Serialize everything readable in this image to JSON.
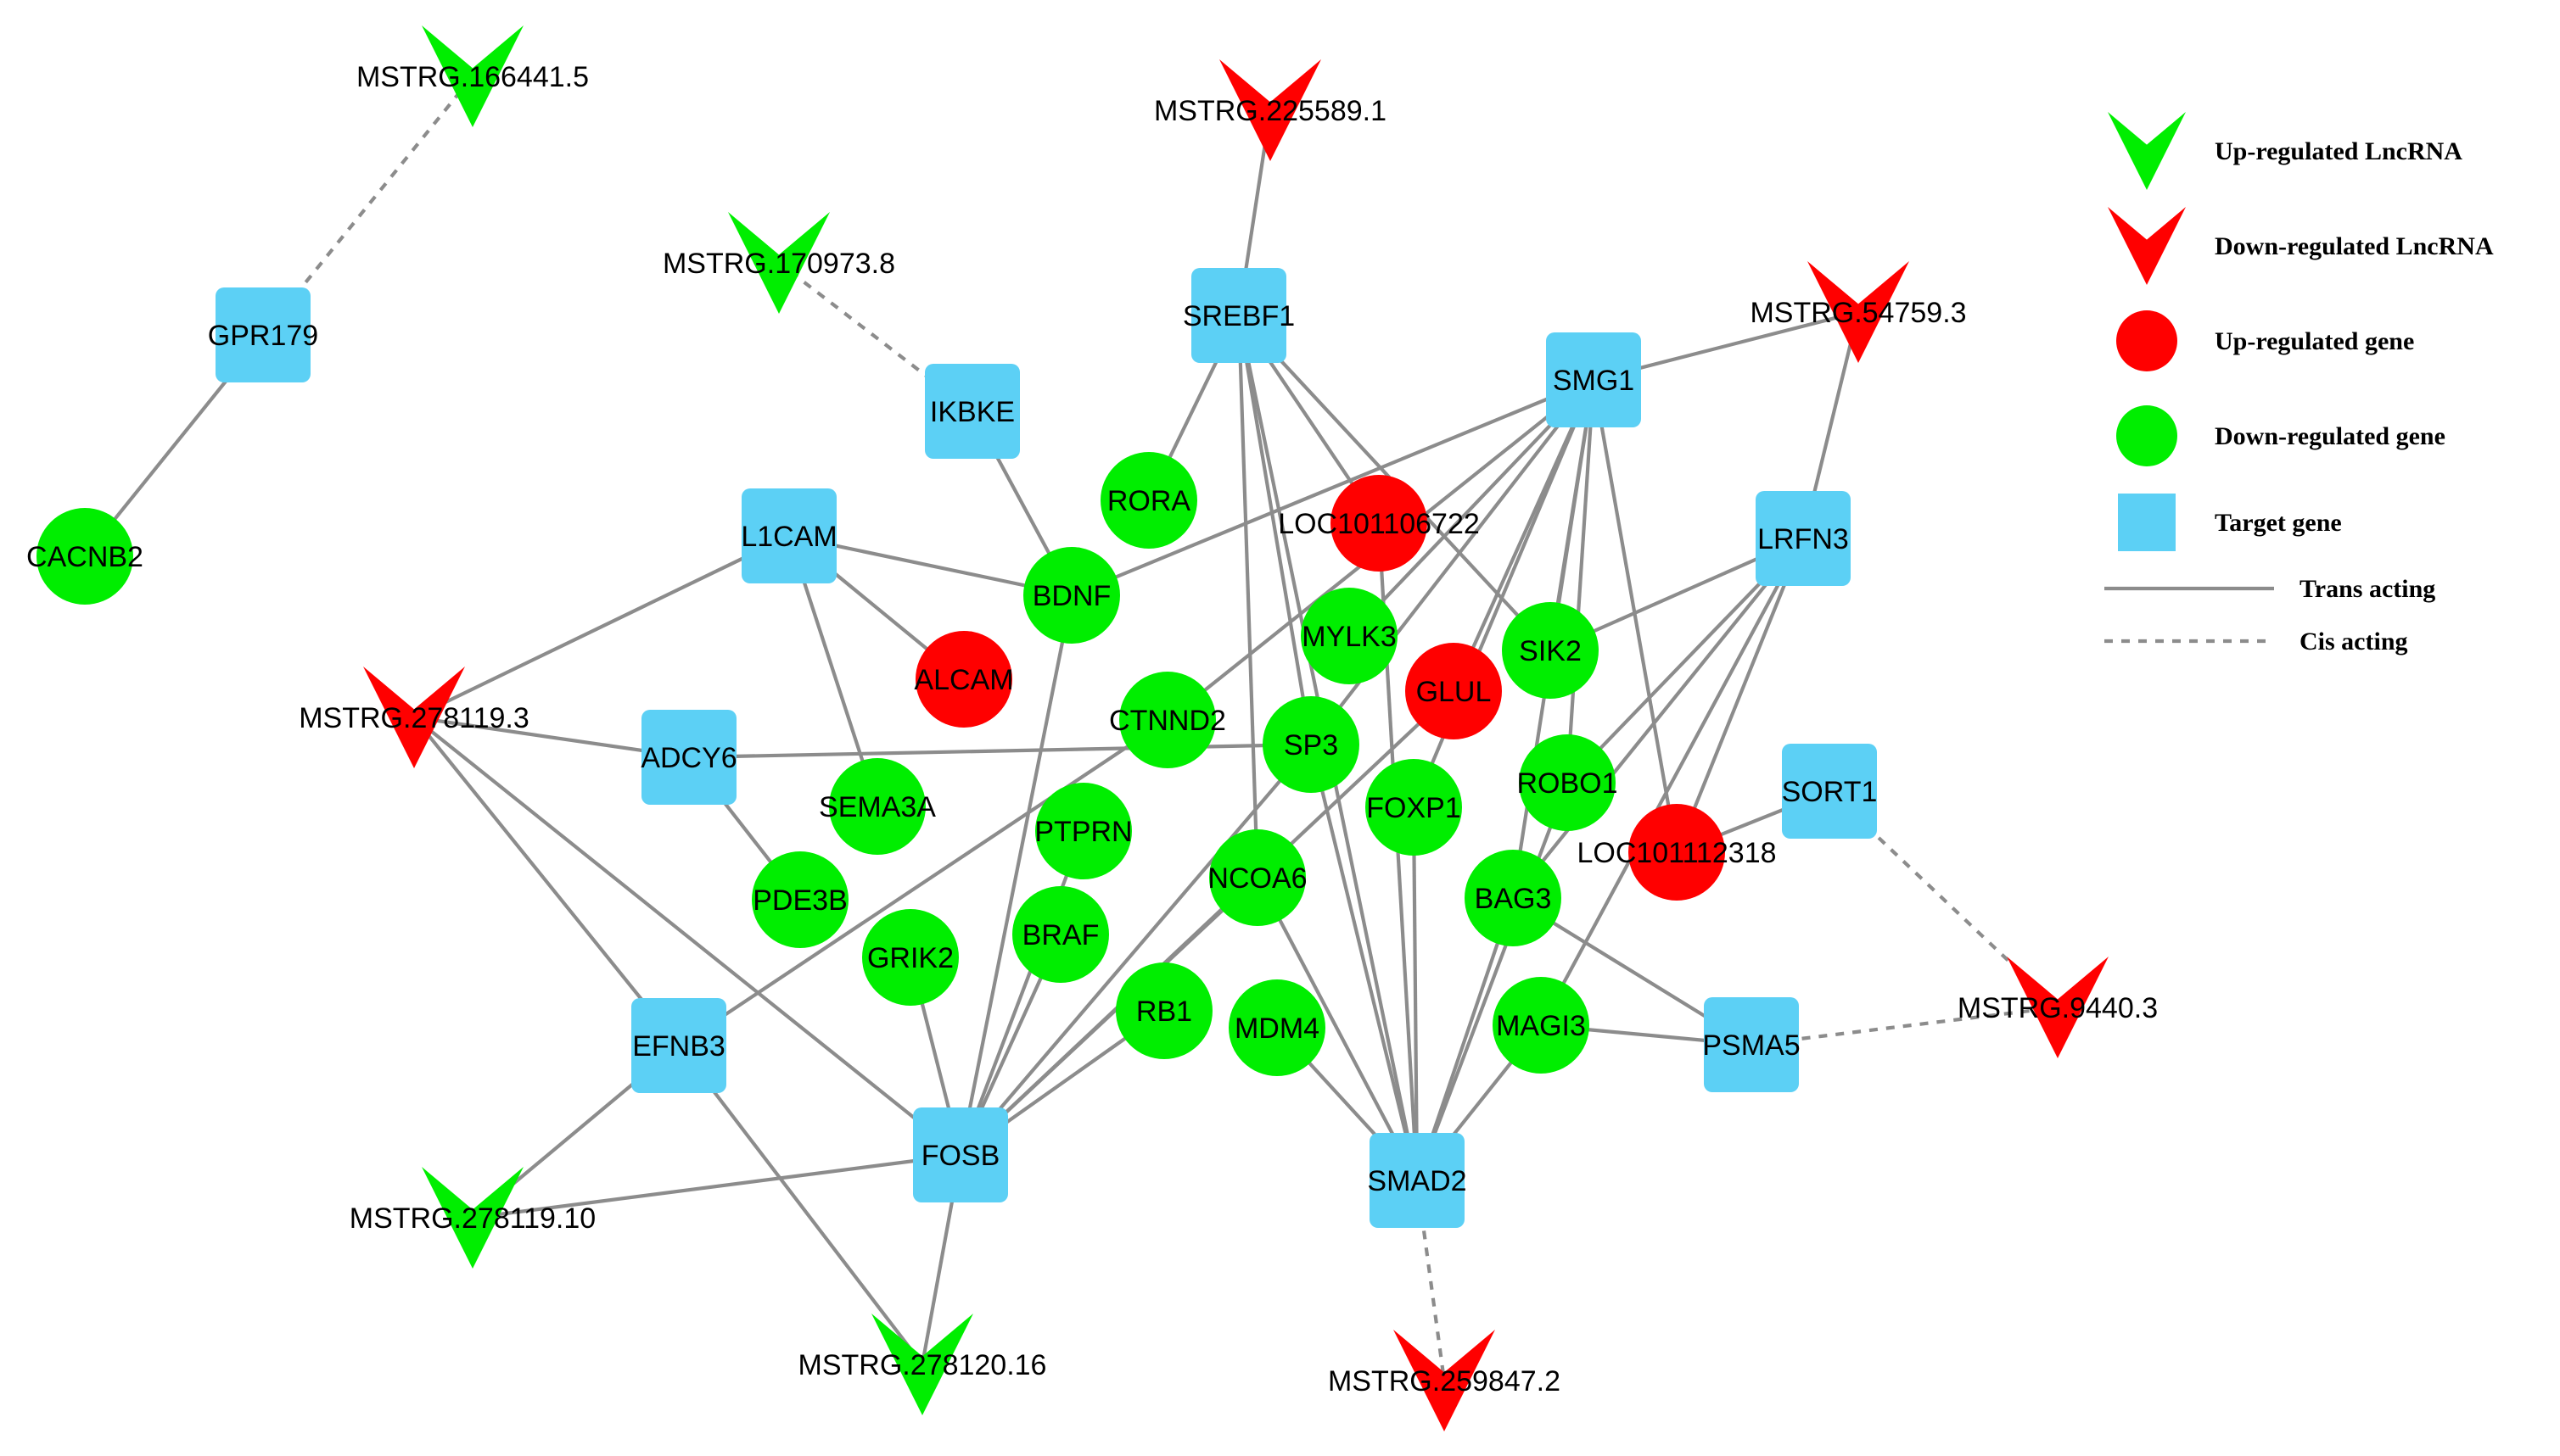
{
  "colors": {
    "up_regulated": "#ff0000",
    "down_regulated": "#00ee00",
    "target_gene": "#5cd0f5",
    "edge": "#8c8c8c"
  },
  "legend": [
    {
      "key": "up-lnc",
      "shape": "chevron",
      "color": "#00ee00",
      "label": "Up-regulated LncRNA"
    },
    {
      "key": "down-lnc",
      "shape": "chevron",
      "color": "#ff0000",
      "label": "Down-regulated LncRNA"
    },
    {
      "key": "up-gene",
      "shape": "circle",
      "color": "#ff0000",
      "label": "Up-regulated gene"
    },
    {
      "key": "down-gene",
      "shape": "circle",
      "color": "#00ee00",
      "label": "Down-regulated gene"
    },
    {
      "key": "target",
      "shape": "square",
      "color": "#5cd0f5",
      "label": "Target gene"
    },
    {
      "key": "trans",
      "shape": "solid-line",
      "color": "#8c8c8c",
      "label": "Trans acting"
    },
    {
      "key": "cis",
      "shape": "dashed-line",
      "color": "#8c8c8c",
      "label": "Cis acting"
    }
  ],
  "nodes": [
    {
      "id": "MSTRG.166441.5",
      "label": "MSTRG.166441.5",
      "type": "lnc_up"
    },
    {
      "id": "MSTRG.225589.1",
      "label": "MSTRG.225589.1",
      "type": "lnc_down"
    },
    {
      "id": "MSTRG.170973.8",
      "label": "MSTRG.170973.8",
      "type": "lnc_up"
    },
    {
      "id": "MSTRG.54759.3",
      "label": "MSTRG.54759.3",
      "type": "lnc_down"
    },
    {
      "id": "MSTRG.278119.3",
      "label": "MSTRG.278119.3",
      "type": "lnc_down"
    },
    {
      "id": "MSTRG.9440.3",
      "label": "MSTRG.9440.3",
      "type": "lnc_down"
    },
    {
      "id": "MSTRG.278119.10",
      "label": "MSTRG.278119.10",
      "type": "lnc_up"
    },
    {
      "id": "MSTRG.278120.16",
      "label": "MSTRG.278120.16",
      "type": "lnc_up"
    },
    {
      "id": "MSTRG.259847.2",
      "label": "MSTRG.259847.2",
      "type": "lnc_down"
    },
    {
      "id": "GPR179",
      "label": "GPR179",
      "type": "target"
    },
    {
      "id": "IKBKE",
      "label": "IKBKE",
      "type": "target"
    },
    {
      "id": "SREBF1",
      "label": "SREBF1",
      "type": "target"
    },
    {
      "id": "SMG1",
      "label": "SMG1",
      "type": "target"
    },
    {
      "id": "L1CAM",
      "label": "L1CAM",
      "type": "target"
    },
    {
      "id": "LRFN3",
      "label": "LRFN3",
      "type": "target"
    },
    {
      "id": "ADCY6",
      "label": "ADCY6",
      "type": "target"
    },
    {
      "id": "SORT1",
      "label": "SORT1",
      "type": "target"
    },
    {
      "id": "EFNB3",
      "label": "EFNB3",
      "type": "target"
    },
    {
      "id": "PSMA5",
      "label": "PSMA5",
      "type": "target"
    },
    {
      "id": "FOSB",
      "label": "FOSB",
      "type": "target"
    },
    {
      "id": "SMAD2",
      "label": "SMAD2",
      "type": "target"
    },
    {
      "id": "LOC101106722",
      "label": "LOC101106722",
      "type": "gene_up"
    },
    {
      "id": "ALCAM",
      "label": "ALCAM",
      "type": "gene_up"
    },
    {
      "id": "GLUL",
      "label": "GLUL",
      "type": "gene_up"
    },
    {
      "id": "LOC101112318",
      "label": "LOC101112318",
      "type": "gene_up"
    },
    {
      "id": "CACNB2",
      "label": "CACNB2",
      "type": "gene_down"
    },
    {
      "id": "RORA",
      "label": "RORA",
      "type": "gene_down"
    },
    {
      "id": "BDNF",
      "label": "BDNF",
      "type": "gene_down"
    },
    {
      "id": "MYLK3",
      "label": "MYLK3",
      "type": "gene_down"
    },
    {
      "id": "SIK2",
      "label": "SIK2",
      "type": "gene_down"
    },
    {
      "id": "CTNND2",
      "label": "CTNND2",
      "type": "gene_down"
    },
    {
      "id": "SP3",
      "label": "SP3",
      "type": "gene_down"
    },
    {
      "id": "ROBO1",
      "label": "ROBO1",
      "type": "gene_down"
    },
    {
      "id": "SEMA3A",
      "label": "SEMA3A",
      "type": "gene_down"
    },
    {
      "id": "FOXP1",
      "label": "FOXP1",
      "type": "gene_down"
    },
    {
      "id": "PTPRN",
      "label": "PTPRN",
      "type": "gene_down"
    },
    {
      "id": "PDE3B",
      "label": "PDE3B",
      "type": "gene_down"
    },
    {
      "id": "NCOA6",
      "label": "NCOA6",
      "type": "gene_down"
    },
    {
      "id": "BAG3",
      "label": "BAG3",
      "type": "gene_down"
    },
    {
      "id": "BRAF",
      "label": "BRAF",
      "type": "gene_down"
    },
    {
      "id": "GRIK2",
      "label": "GRIK2",
      "type": "gene_down"
    },
    {
      "id": "RB1",
      "label": "RB1",
      "type": "gene_down"
    },
    {
      "id": "MDM4",
      "label": "MDM4",
      "type": "gene_down"
    },
    {
      "id": "MAGI3",
      "label": "MAGI3",
      "type": "gene_down"
    }
  ],
  "edges": [
    {
      "source": "GPR179",
      "target": "MSTRG.166441.5",
      "type": "cis"
    },
    {
      "source": "IKBKE",
      "target": "MSTRG.170973.8",
      "type": "cis"
    },
    {
      "source": "SORT1",
      "target": "MSTRG.9440.3",
      "type": "cis"
    },
    {
      "source": "PSMA5",
      "target": "MSTRG.9440.3",
      "type": "cis"
    },
    {
      "source": "SMAD2",
      "target": "MSTRG.259847.2",
      "type": "cis"
    },
    {
      "source": "GPR179",
      "target": "CACNB2",
      "type": "trans"
    },
    {
      "source": "SREBF1",
      "target": "MSTRG.225589.1",
      "type": "trans"
    },
    {
      "source": "IKBKE",
      "target": "BDNF",
      "type": "trans"
    },
    {
      "source": "SREBF1",
      "target": "RORA",
      "type": "trans"
    },
    {
      "source": "SREBF1",
      "target": "LOC101106722",
      "type": "trans"
    },
    {
      "source": "SREBF1",
      "target": "SP3",
      "type": "trans"
    },
    {
      "source": "SREBF1",
      "target": "NCOA6",
      "type": "trans"
    },
    {
      "source": "SREBF1",
      "target": "SMAD2",
      "type": "trans"
    },
    {
      "source": "SREBF1",
      "target": "SIK2",
      "type": "trans"
    },
    {
      "source": "SMG1",
      "target": "MSTRG.54759.3",
      "type": "trans"
    },
    {
      "source": "SMG1",
      "target": "BDNF",
      "type": "trans"
    },
    {
      "source": "SMG1",
      "target": "CTNND2",
      "type": "trans"
    },
    {
      "source": "SMG1",
      "target": "MYLK3",
      "type": "trans"
    },
    {
      "source": "SMG1",
      "target": "SP3",
      "type": "trans"
    },
    {
      "source": "SMG1",
      "target": "GLUL",
      "type": "trans"
    },
    {
      "source": "SMG1",
      "target": "SIK2",
      "type": "trans"
    },
    {
      "source": "SMG1",
      "target": "FOXP1",
      "type": "trans"
    },
    {
      "source": "SMG1",
      "target": "ROBO1",
      "type": "trans"
    },
    {
      "source": "SMG1",
      "target": "LOC101112318",
      "type": "trans"
    },
    {
      "source": "SMG1",
      "target": "BAG3",
      "type": "trans"
    },
    {
      "source": "L1CAM",
      "target": "BDNF",
      "type": "trans"
    },
    {
      "source": "L1CAM",
      "target": "ALCAM",
      "type": "trans"
    },
    {
      "source": "L1CAM",
      "target": "SEMA3A",
      "type": "trans"
    },
    {
      "source": "L1CAM",
      "target": "MSTRG.278119.3",
      "type": "trans"
    },
    {
      "source": "LRFN3",
      "target": "MSTRG.54759.3",
      "type": "trans"
    },
    {
      "source": "LRFN3",
      "target": "SIK2",
      "type": "trans"
    },
    {
      "source": "LRFN3",
      "target": "ROBO1",
      "type": "trans"
    },
    {
      "source": "LRFN3",
      "target": "LOC101112318",
      "type": "trans"
    },
    {
      "source": "LRFN3",
      "target": "BAG3",
      "type": "trans"
    },
    {
      "source": "LRFN3",
      "target": "MAGI3",
      "type": "trans"
    },
    {
      "source": "ADCY6",
      "target": "MSTRG.278119.3",
      "type": "trans"
    },
    {
      "source": "ADCY6",
      "target": "SP3",
      "type": "trans"
    },
    {
      "source": "ADCY6",
      "target": "PDE3B",
      "type": "trans"
    },
    {
      "source": "SORT1",
      "target": "LOC101112318",
      "type": "trans"
    },
    {
      "source": "EFNB3",
      "target": "MSTRG.278119.3",
      "type": "trans"
    },
    {
      "source": "EFNB3",
      "target": "CTNND2",
      "type": "trans"
    },
    {
      "source": "EFNB3",
      "target": "MSTRG.278119.10",
      "type": "trans"
    },
    {
      "source": "EFNB3",
      "target": "MSTRG.278120.16",
      "type": "trans"
    },
    {
      "source": "FOSB",
      "target": "MSTRG.278119.3",
      "type": "trans"
    },
    {
      "source": "FOSB",
      "target": "MSTRG.278119.10",
      "type": "trans"
    },
    {
      "source": "FOSB",
      "target": "MSTRG.278120.16",
      "type": "trans"
    },
    {
      "source": "FOSB",
      "target": "BDNF",
      "type": "trans"
    },
    {
      "source": "FOSB",
      "target": "GRIK2",
      "type": "trans"
    },
    {
      "source": "FOSB",
      "target": "BRAF",
      "type": "trans"
    },
    {
      "source": "FOSB",
      "target": "PTPRN",
      "type": "trans"
    },
    {
      "source": "FOSB",
      "target": "NCOA6",
      "type": "trans"
    },
    {
      "source": "FOSB",
      "target": "SP3",
      "type": "trans"
    },
    {
      "source": "FOSB",
      "target": "RB1",
      "type": "trans"
    },
    {
      "source": "FOSB",
      "target": "GLUL",
      "type": "trans"
    },
    {
      "source": "SMAD2",
      "target": "LOC101106722",
      "type": "trans"
    },
    {
      "source": "SMAD2",
      "target": "SP3",
      "type": "trans"
    },
    {
      "source": "SMAD2",
      "target": "FOXP1",
      "type": "trans"
    },
    {
      "source": "SMAD2",
      "target": "NCOA6",
      "type": "trans"
    },
    {
      "source": "SMAD2",
      "target": "MDM4",
      "type": "trans"
    },
    {
      "source": "SMAD2",
      "target": "BAG3",
      "type": "trans"
    },
    {
      "source": "SMAD2",
      "target": "MAGI3",
      "type": "trans"
    },
    {
      "source": "SMAD2",
      "target": "ROBO1",
      "type": "trans"
    },
    {
      "source": "PSMA5",
      "target": "MAGI3",
      "type": "trans"
    },
    {
      "source": "PSMA5",
      "target": "BAG3",
      "type": "trans"
    }
  ]
}
